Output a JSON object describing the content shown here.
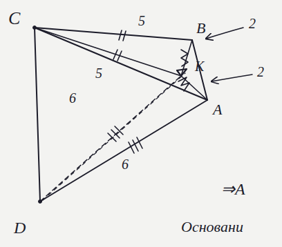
{
  "diagram": {
    "labels": [
      "C",
      "B",
      "K",
      "A",
      "D",
      "5",
      "5",
      "6",
      "6",
      "2",
      "2",
      "⇒A",
      "Основани"
    ]
  }
}
